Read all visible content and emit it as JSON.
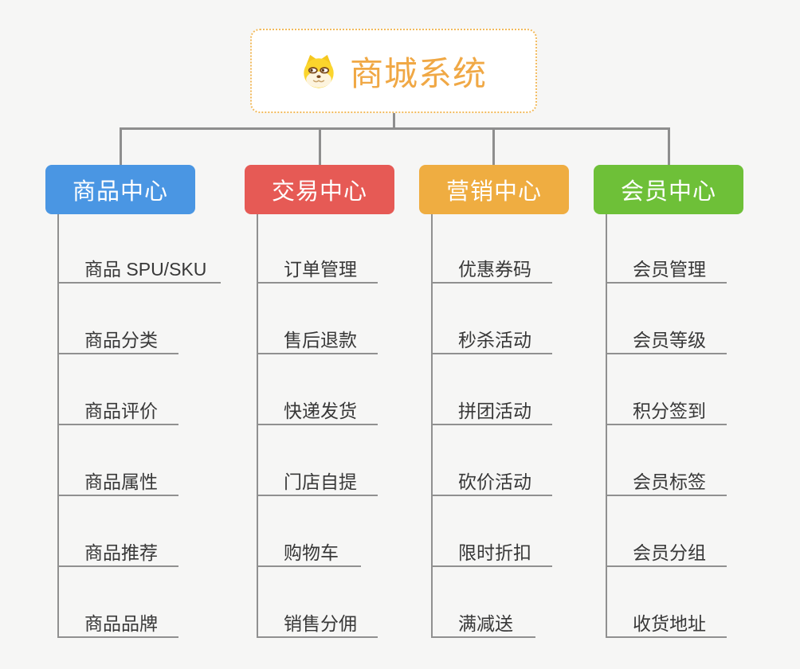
{
  "canvas": {
    "background": "#F6F6F5",
    "connector_color": "#8E8E8E"
  },
  "root": {
    "title": "商城系统",
    "icon": "dog-face-icon",
    "text_color": "#F0A845",
    "border_color": "#F2BA5C",
    "fill": "#FFFFFF"
  },
  "branches": [
    {
      "label": "商品中心",
      "color": "#4A96E3",
      "items": [
        "商品 SPU/SKU",
        "商品分类",
        "商品评价",
        "商品属性",
        "商品推荐",
        "商品品牌"
      ]
    },
    {
      "label": "交易中心",
      "color": "#E65A55",
      "items": [
        "订单管理",
        "售后退款",
        "快递发货",
        "门店自提",
        "购物车",
        "销售分佣"
      ]
    },
    {
      "label": "营销中心",
      "color": "#EFAD41",
      "items": [
        "优惠券码",
        "秒杀活动",
        "拼团活动",
        "砍价活动",
        "限时折扣",
        "满减送"
      ]
    },
    {
      "label": "会员中心",
      "color": "#6EC038",
      "items": [
        "会员管理",
        "会员等级",
        "积分签到",
        "会员标签",
        "会员分组",
        "收货地址"
      ]
    }
  ]
}
